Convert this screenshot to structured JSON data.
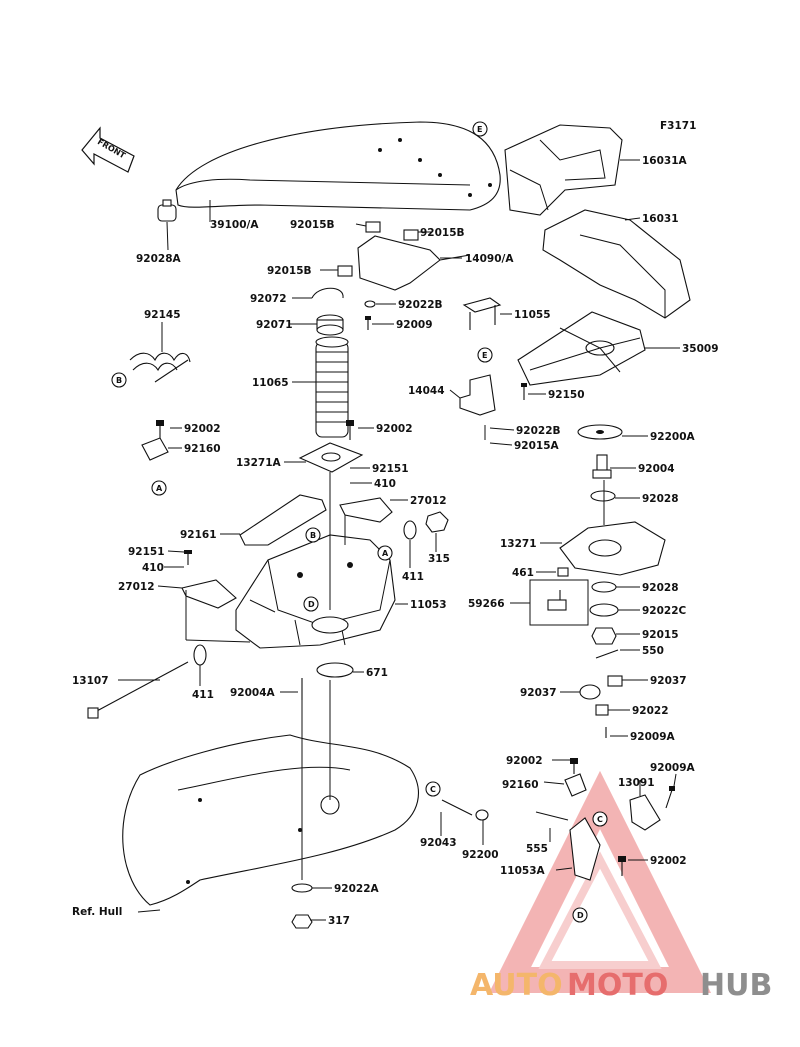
{
  "diagram_code": "F3171",
  "front_label": "FRONT",
  "parts": {
    "p39100A": "39100/A",
    "p92028A": "92028A",
    "p16031A": "16031A",
    "p16031": "16031",
    "p92015B_1": "92015B",
    "p92015B_2": "92015B",
    "p92015B_3": "92015B",
    "p14090A": "14090/A",
    "p92072": "92072",
    "p92022B_1": "92022B",
    "p92071": "92071",
    "p92009": "92009",
    "p11055": "11055",
    "p92145": "92145",
    "p35009": "35009",
    "p11065": "11065",
    "p14044": "14044",
    "p92150": "92150",
    "p92002_1": "92002",
    "p92002_2": "92002",
    "p92022B_2": "92022B",
    "p92015A": "92015A",
    "p92200A": "92200A",
    "p92160_1": "92160",
    "p13271A": "13271A",
    "p92151_1": "92151",
    "p92004": "92004",
    "p410_1": "410",
    "p27012_1": "27012",
    "p92028_1": "92028",
    "p92161": "92161",
    "p315": "315",
    "p13271": "13271",
    "p92151_2": "92151",
    "p410_2": "410",
    "p411_1": "411",
    "p461": "461",
    "p92028_2": "92028",
    "p27012_2": "27012",
    "p11053": "11053",
    "p59266": "59266",
    "p92022C": "92022C",
    "p92015": "92015",
    "p550": "550",
    "p13107": "13107",
    "p671": "671",
    "p92037_1": "92037",
    "p92004A": "92004A",
    "p411_2": "411",
    "p92037_2": "92037",
    "p92022": "92022",
    "p92009A_1": "92009A",
    "p92002_3": "92002",
    "p92009A_2": "92009A",
    "p92160_2": "92160",
    "p13091": "13091",
    "p92043": "92043",
    "p92200": "92200",
    "p555": "555",
    "p92002_4": "92002",
    "p11053A": "11053A",
    "p92022A": "92022A",
    "pRefHull": "Ref. Hull",
    "p317": "317"
  },
  "callouts": {
    "E1": "E",
    "E2": "E",
    "B1": "B",
    "B2": "B",
    "A1": "A",
    "A2": "A",
    "D1": "D",
    "D2": "D",
    "C1": "C",
    "C2": "C"
  },
  "watermark": {
    "auto": "AUTO",
    "moto": "MOTO",
    "hub": "HUB"
  },
  "colors": {
    "ink": "#111111",
    "shade": "#dcdcdc",
    "wm_orange": "#f4b66b",
    "wm_red": "#e66d6d",
    "wm_gray": "#8e8e8e"
  }
}
